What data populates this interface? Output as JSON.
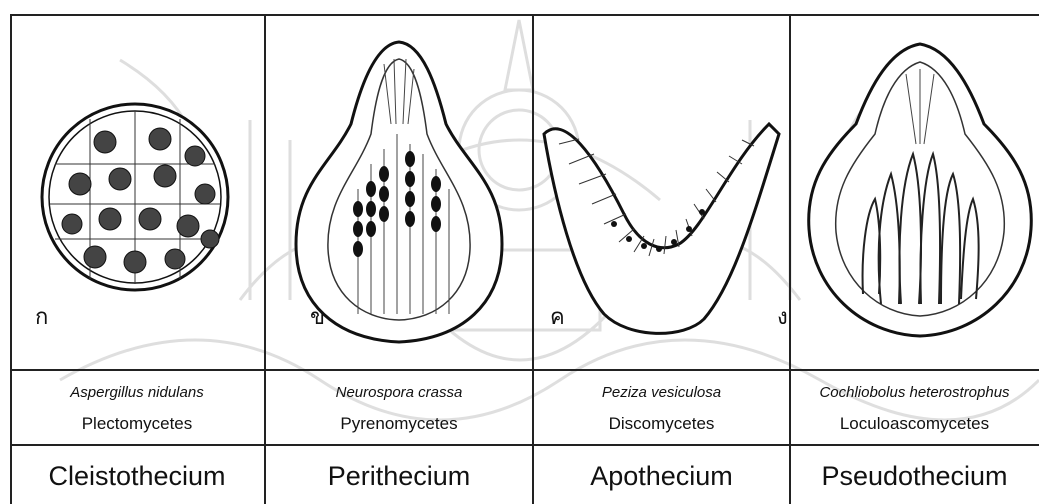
{
  "columns": [
    {
      "letter": "ก",
      "species": "Aspergillus nidulans",
      "class": "Plectomycetes",
      "type": "Cleistothecium",
      "figure_icon": "cleistothecium-icon"
    },
    {
      "letter": "ข",
      "species": "Neurospora crassa",
      "class": "Pyrenomycetes",
      "type": "Perithecium",
      "figure_icon": "perithecium-icon"
    },
    {
      "letter": "ค",
      "species": "Peziza vesiculosa",
      "class": "Discomycetes",
      "type": "Apothecium",
      "figure_icon": "apothecium-icon"
    },
    {
      "letter": "ง",
      "species": "Cochliobolus heterostrophus",
      "class": "Loculoascomycetes",
      "type": "Pseudothecium",
      "figure_icon": "pseudothecium-icon"
    }
  ],
  "colors": {
    "line": "#222222",
    "watermark": "#bdbdbd"
  }
}
